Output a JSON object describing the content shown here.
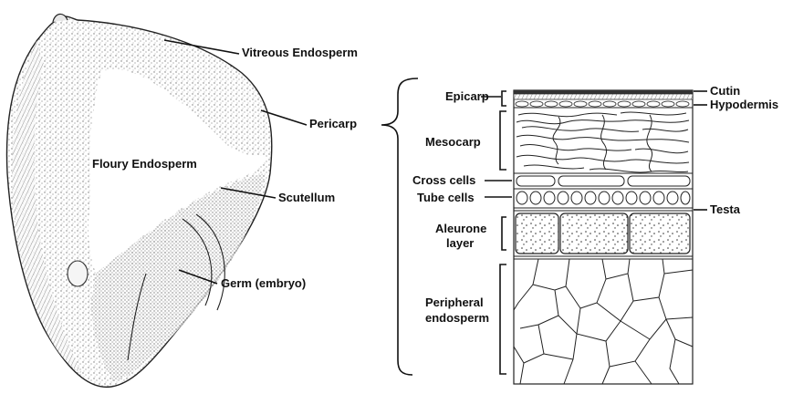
{
  "kernel": {
    "labels": {
      "vitreous": "Vitreous Endosperm",
      "pericarp": "Pericarp",
      "floury": "Floury Endosperm",
      "scutellum": "Scutellum",
      "germ": "Germ (embryo)"
    }
  },
  "layers": {
    "left": {
      "epicarp": "Epicarp",
      "mesocarp": "Mesocarp",
      "cross_cells": "Cross cells",
      "tube_cells": "Tube cells",
      "aleurone_1": "Aleurone",
      "aleurone_2": "layer",
      "peripheral_1": "Peripheral",
      "peripheral_2": "endosperm"
    },
    "right": {
      "cutin": "Cutin",
      "hypodermis": "Hypodermis",
      "testa": "Testa"
    }
  },
  "colors": {
    "ink": "#111111",
    "stipple": "#9a9a9a",
    "paper": "#ffffff"
  }
}
